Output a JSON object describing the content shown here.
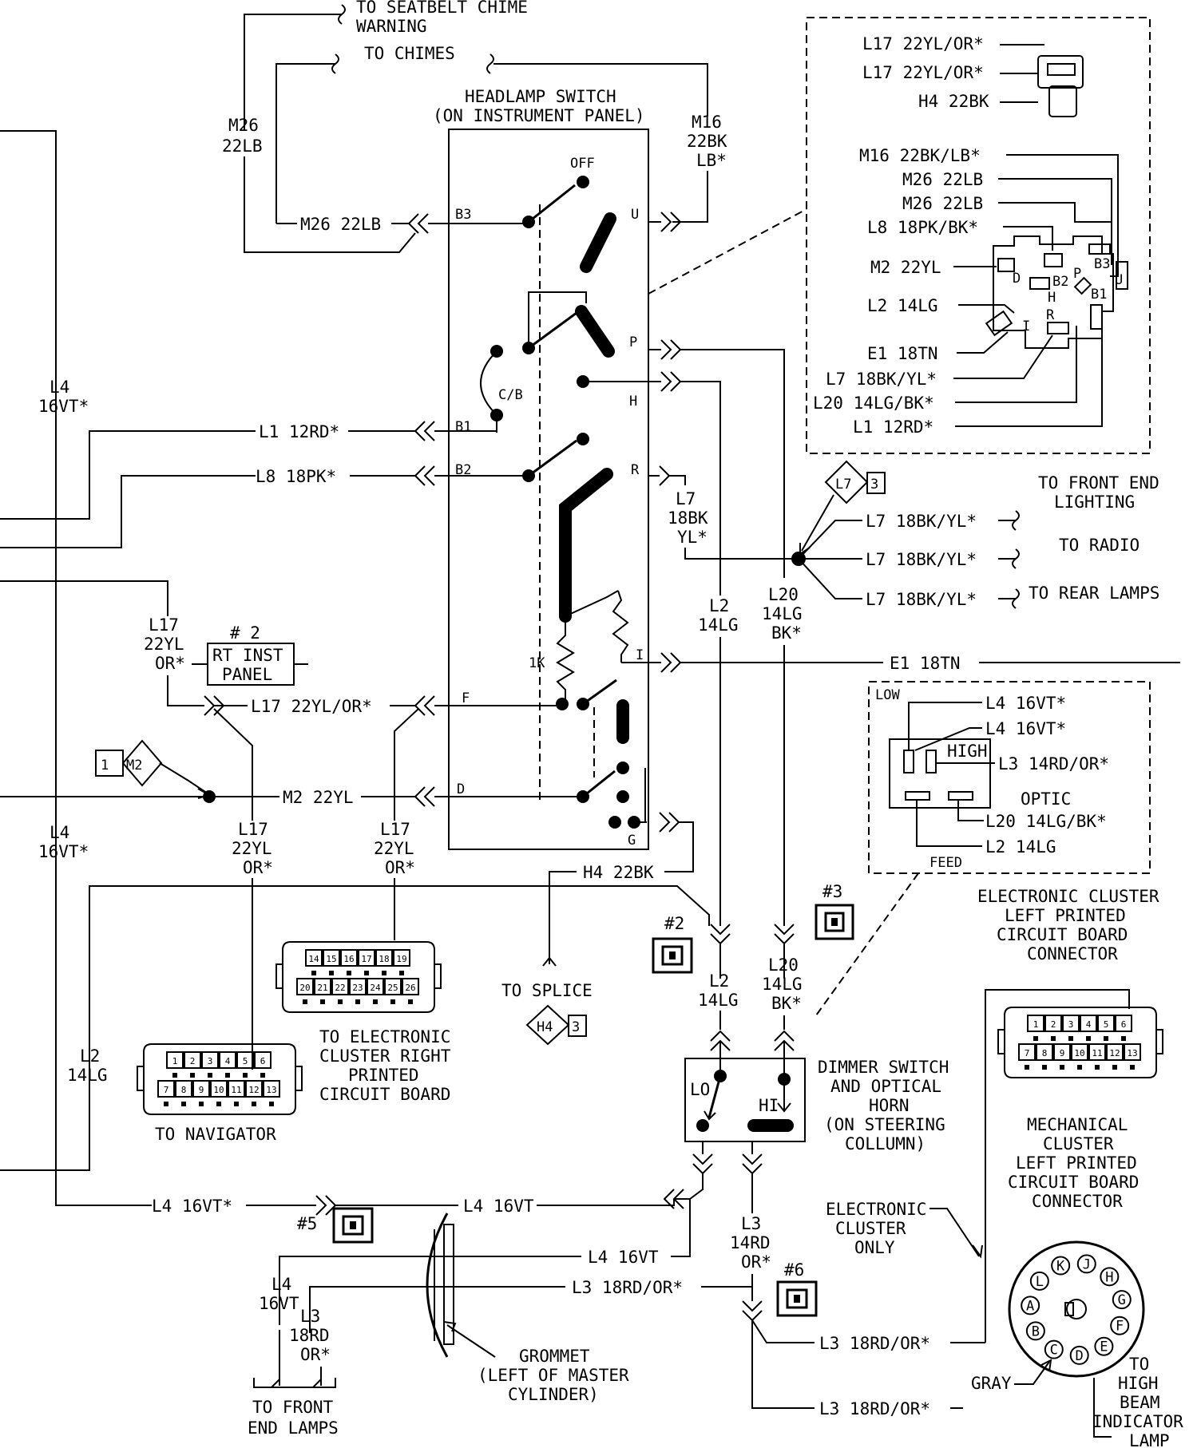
{
  "diagram": {
    "headlamp_switch": {
      "title": [
        "HEADLAMP SWITCH",
        "(ON INSTRUMENT PANEL)"
      ],
      "terminals": [
        "B3",
        "U",
        "OFF",
        "P",
        "H",
        "C/B",
        "B1",
        "B2",
        "R",
        "1K",
        "I",
        "F",
        "D",
        "G"
      ]
    },
    "top_labels": {
      "seatbelt": [
        "TO SEATBELT CHIME",
        "WARNING"
      ],
      "chimes": "TO CHIMES",
      "m26_vertical": [
        "M26",
        "22LB"
      ],
      "m16_vertical": [
        "M16",
        "22BK",
        "LB*"
      ]
    },
    "wires": {
      "m26": "M26 22LB",
      "l1": "L1 12RD*",
      "l8": "L8 18PK*",
      "l17": "L17 22YL/OR*",
      "m2": "M2 22YL",
      "e1": "E1 18TN",
      "h4": "H4 22BK",
      "l4_bottom": "L4 16VT*",
      "l4_plain": "L4 16VT",
      "l4_plain2": "L4 16VT",
      "l3_18": "L3 18RD/OR*",
      "l3_18b": "L3 18RD/OR*",
      "l3_18c": "L3 18RD/OR*"
    },
    "vertical_labels": {
      "l4_left_top": [
        "L4",
        "16VT*"
      ],
      "l4_left_bottom": [
        "L4",
        "16VT*"
      ],
      "l7": [
        "L7",
        "18BK",
        "YL*"
      ],
      "l2_a": [
        "L2",
        "14LG"
      ],
      "l20_a": [
        "L20",
        "14LG",
        "BK*"
      ],
      "l17_left": [
        "L17",
        "22YL",
        "OR*"
      ],
      "l17_mid": [
        "L17",
        "22YL",
        "OR*"
      ],
      "l17_right": [
        "L17",
        "22YL",
        "OR*"
      ],
      "l2_left": [
        "L2",
        "14LG"
      ],
      "l2_b": [
        "L2",
        "14LG"
      ],
      "l20_b": [
        "L20",
        "14LG",
        "BK*"
      ],
      "l3_dim": [
        "L3",
        "14RD",
        "OR*"
      ],
      "l4_front": [
        "L4",
        "16VT"
      ],
      "l3_front": [
        "L3",
        "18RD",
        "OR*"
      ]
    },
    "splices": {
      "l7_tag": [
        "L7",
        "3"
      ],
      "m2_tag": [
        "1",
        "M2"
      ],
      "h4_tag": [
        "H4",
        "3"
      ]
    },
    "l7_branches": [
      {
        "wire": "L7 18BK/YL*",
        "dest": [
          "TO FRONT END",
          "LIGHTING"
        ]
      },
      {
        "wire": "L7 18BK/YL*",
        "dest": [
          "TO RADIO"
        ]
      },
      {
        "wire": "L7 18BK/YL*",
        "dest": [
          "TO REAR LAMPS"
        ]
      }
    ],
    "inset_connector": {
      "top_wires": [
        "L17 22YL/OR*",
        "L17 22YL/OR*",
        "H4 22BK"
      ],
      "side_wires": [
        "M16 22BK/LB*",
        "M26 22LB",
        "M26 22LB",
        "L8 18PK/BK*",
        "M2 22YL",
        "L2 14LG",
        "E1 18TN",
        "L7 18BK/YL*",
        "L20 14LG/BK*",
        "L1 12RD*"
      ],
      "pins": [
        "D",
        "H",
        "B2",
        "B3",
        "U",
        "P",
        "B1",
        "I",
        "R"
      ]
    },
    "dimmer_inset": {
      "labels": [
        "LOW",
        "HIGH",
        "OPTIC",
        "FEED"
      ],
      "wires": [
        "L4 16VT*",
        "L4 16VT*",
        "L3 14RD/OR*",
        "L20 14LG/BK*",
        "L2 14LG"
      ]
    },
    "panel": {
      "num": "# 2",
      "label": [
        "RT INST",
        "PANEL"
      ]
    },
    "connectors": {
      "navigator": {
        "label": "TO NAVIGATOR",
        "row1": [
          "1",
          "2",
          "3",
          "4",
          "5",
          "6"
        ],
        "row2": [
          "7",
          "8",
          "9",
          "10",
          "11",
          "12",
          "13"
        ]
      },
      "ecl_right": {
        "label": [
          "TO ELECTRONIC",
          "CLUSTER RIGHT",
          "PRINTED",
          "CIRCUIT BOARD"
        ],
        "row1": [
          "14",
          "15",
          "16",
          "17",
          "18",
          "19"
        ],
        "row2": [
          "20",
          "21",
          "22",
          "23",
          "24",
          "25",
          "26"
        ]
      },
      "ecl_left": {
        "label": [
          "ELECTRONIC CLUSTER",
          "LEFT PRINTED",
          "CIRCUIT BOARD",
          "CONNECTOR"
        ],
        "row1": [
          "1",
          "2",
          "3",
          "4",
          "5",
          "6"
        ],
        "row2": [
          "7",
          "8",
          "9",
          "10",
          "11",
          "12",
          "13"
        ]
      },
      "mech": {
        "label": [
          "MECHANICAL",
          "CLUSTER",
          "LEFT PRINTED",
          "CIRCUIT BOARD",
          "CONNECTOR"
        ]
      }
    },
    "ground_refs": [
      "#2",
      "#3",
      "#5",
      "#6"
    ],
    "dimmer": {
      "label": [
        "DIMMER SWITCH",
        "AND OPTICAL",
        "HORN",
        "(ON STEERING",
        "COLLUMN)"
      ],
      "lo": "LO",
      "hi": "HI"
    },
    "splice_note": "TO SPLICE",
    "grommet": [
      "GROMMET",
      "(LEFT OF MASTER",
      "CYLINDER)"
    ],
    "front_lamps": [
      "TO FRONT",
      "END LAMPS"
    ],
    "elec_only": [
      "ELECTRONIC",
      "CLUSTER",
      "ONLY"
    ],
    "round_connector": {
      "pins": [
        "K",
        "J",
        "H",
        "G",
        "F",
        "E",
        "D",
        "C",
        "B",
        "A",
        "L"
      ],
      "gray": "GRAY",
      "indicator": [
        "TO",
        "HIGH",
        "BEAM",
        "INDICATOR",
        "LAMP"
      ]
    }
  }
}
